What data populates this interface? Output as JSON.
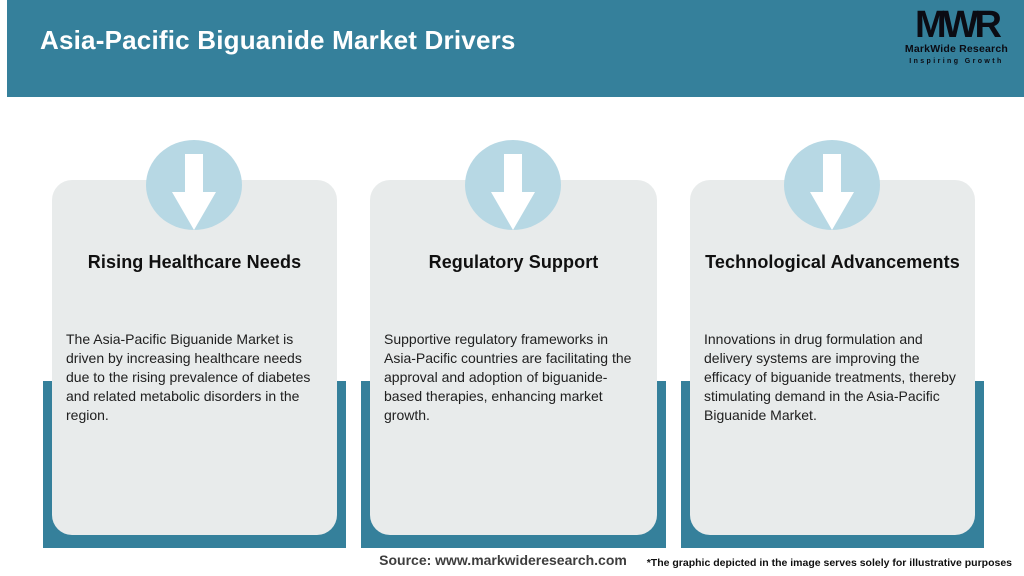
{
  "header": {
    "title": "Asia-Pacific Biguanide Market Drivers",
    "logo": {
      "acronym": "MWR",
      "name": "MarkWide Research",
      "tagline": "Inspiring Growth"
    }
  },
  "cards": [
    {
      "title": "Rising Healthcare Needs",
      "body": "The Asia-Pacific Biguanide Market is driven by increasing healthcare needs due to the rising prevalence of diabetes and related metabolic disorders in the region."
    },
    {
      "title": "Regulatory Support",
      "body": "Supportive regulatory frameworks in Asia-Pacific countries are facilitating the approval and adoption of biguanide-based therapies, enhancing market growth."
    },
    {
      "title": "Technological Advancements",
      "body": "Innovations in drug formulation and delivery systems are improving the efficacy of biguanide treatments, thereby stimulating demand in the Asia-Pacific Biguanide Market."
    }
  ],
  "footer": {
    "source": "Source: www.markwideresearch.com",
    "disclaimer": "*The graphic depicted in the image serves solely for illustrative purposes"
  },
  "icons": {
    "down_arrow_icon": "down-arrow"
  },
  "colors": {
    "brand_teal": "#35809b",
    "card_background": "#e8ebeb",
    "circle_blue": "#b7d8e4",
    "title_text": "#ffffff",
    "body_text": "#202020"
  }
}
